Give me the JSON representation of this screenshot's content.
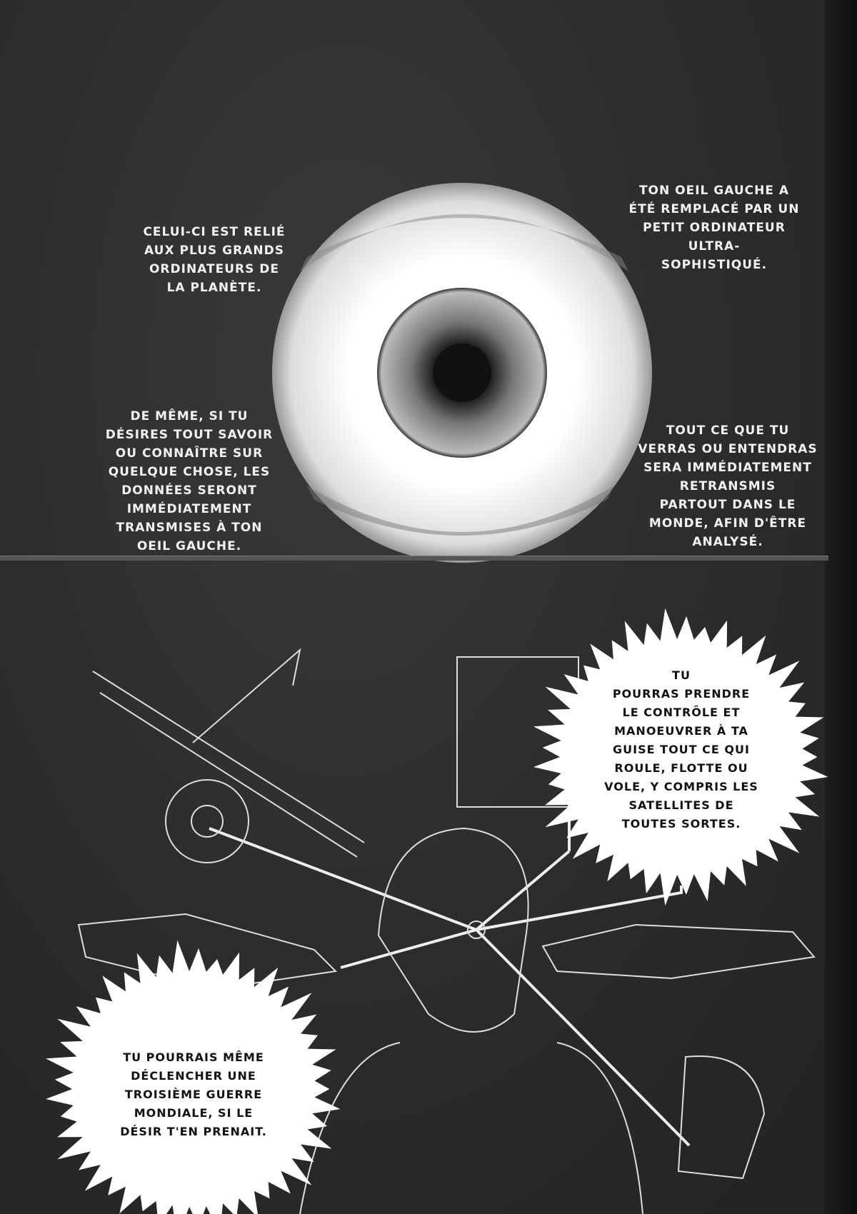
{
  "panel1": {
    "caption_top_left": [
      "CELUI-CI EST RELIÉ",
      "AUX PLUS GRANDS",
      "ORDINATEURS DE",
      "LA PLANÈTE."
    ],
    "caption_top_right": [
      "TON OEIL GAUCHE A",
      "ÉTÉ REMPLACÉ PAR UN",
      "PETIT ORDINATEUR",
      "ULTRA-",
      "SOPHISTIQUÉ."
    ],
    "caption_bottom_left": [
      "DE MÊME, SI TU",
      "DÉSIRES TOUT SAVOIR",
      "OU CONNAÎTRE SUR",
      "QUELQUE CHOSE, LES",
      "DONNÉES SERONT",
      "IMMÉDIATEMENT",
      "TRANSMISES À TON",
      "OEIL GAUCHE."
    ],
    "caption_bottom_right": [
      "TOUT CE QUE TU",
      "VERRAS OU ENTENDRAS",
      "SERA IMMÉDIATEMENT",
      "RETRANSMIS",
      "PARTOUT DANS LE",
      "MONDE, AFIN D'ÊTRE",
      "ANALYSÉ."
    ]
  },
  "panel2": {
    "bubble_right": [
      "TU",
      "POURRAS PRENDRE",
      "LE CONTRÔLE ET",
      "MANOEUVRER À TA",
      "GUISE TOUT CE QUI",
      "ROULE, FLOTTE OU",
      "VOLE, Y COMPRIS LES",
      "SATELLITES DE",
      "TOUTES SORTES."
    ],
    "bubble_left": [
      "TU POURRAIS MÊME",
      "DÉCLENCHER UNE",
      "TROISIÈME GUERRE",
      "MONDIALE, SI LE",
      "DÉSIR T'EN PRENAIT."
    ]
  }
}
